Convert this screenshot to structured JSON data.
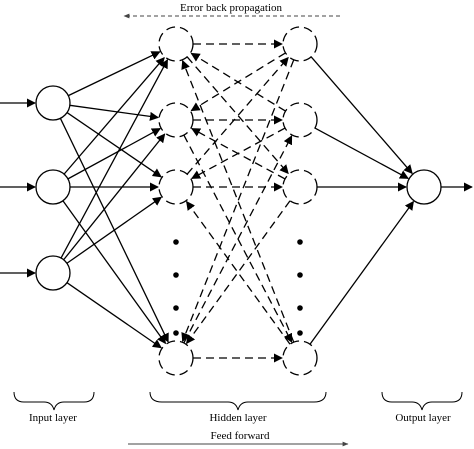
{
  "labels": {
    "error_back_propagation": "Error back propagation",
    "input_layer": "Input layer",
    "hidden_layer": "Hidden layer",
    "output_layer": "Output layer",
    "feed_forward": "Feed forward"
  },
  "structure": {
    "input_neurons": 3,
    "hidden_layers": 2,
    "hidden_neurons_drawn_per_layer": 4,
    "output_neurons": 1,
    "ellipsis_dots_per_hidden_layer": 4
  }
}
